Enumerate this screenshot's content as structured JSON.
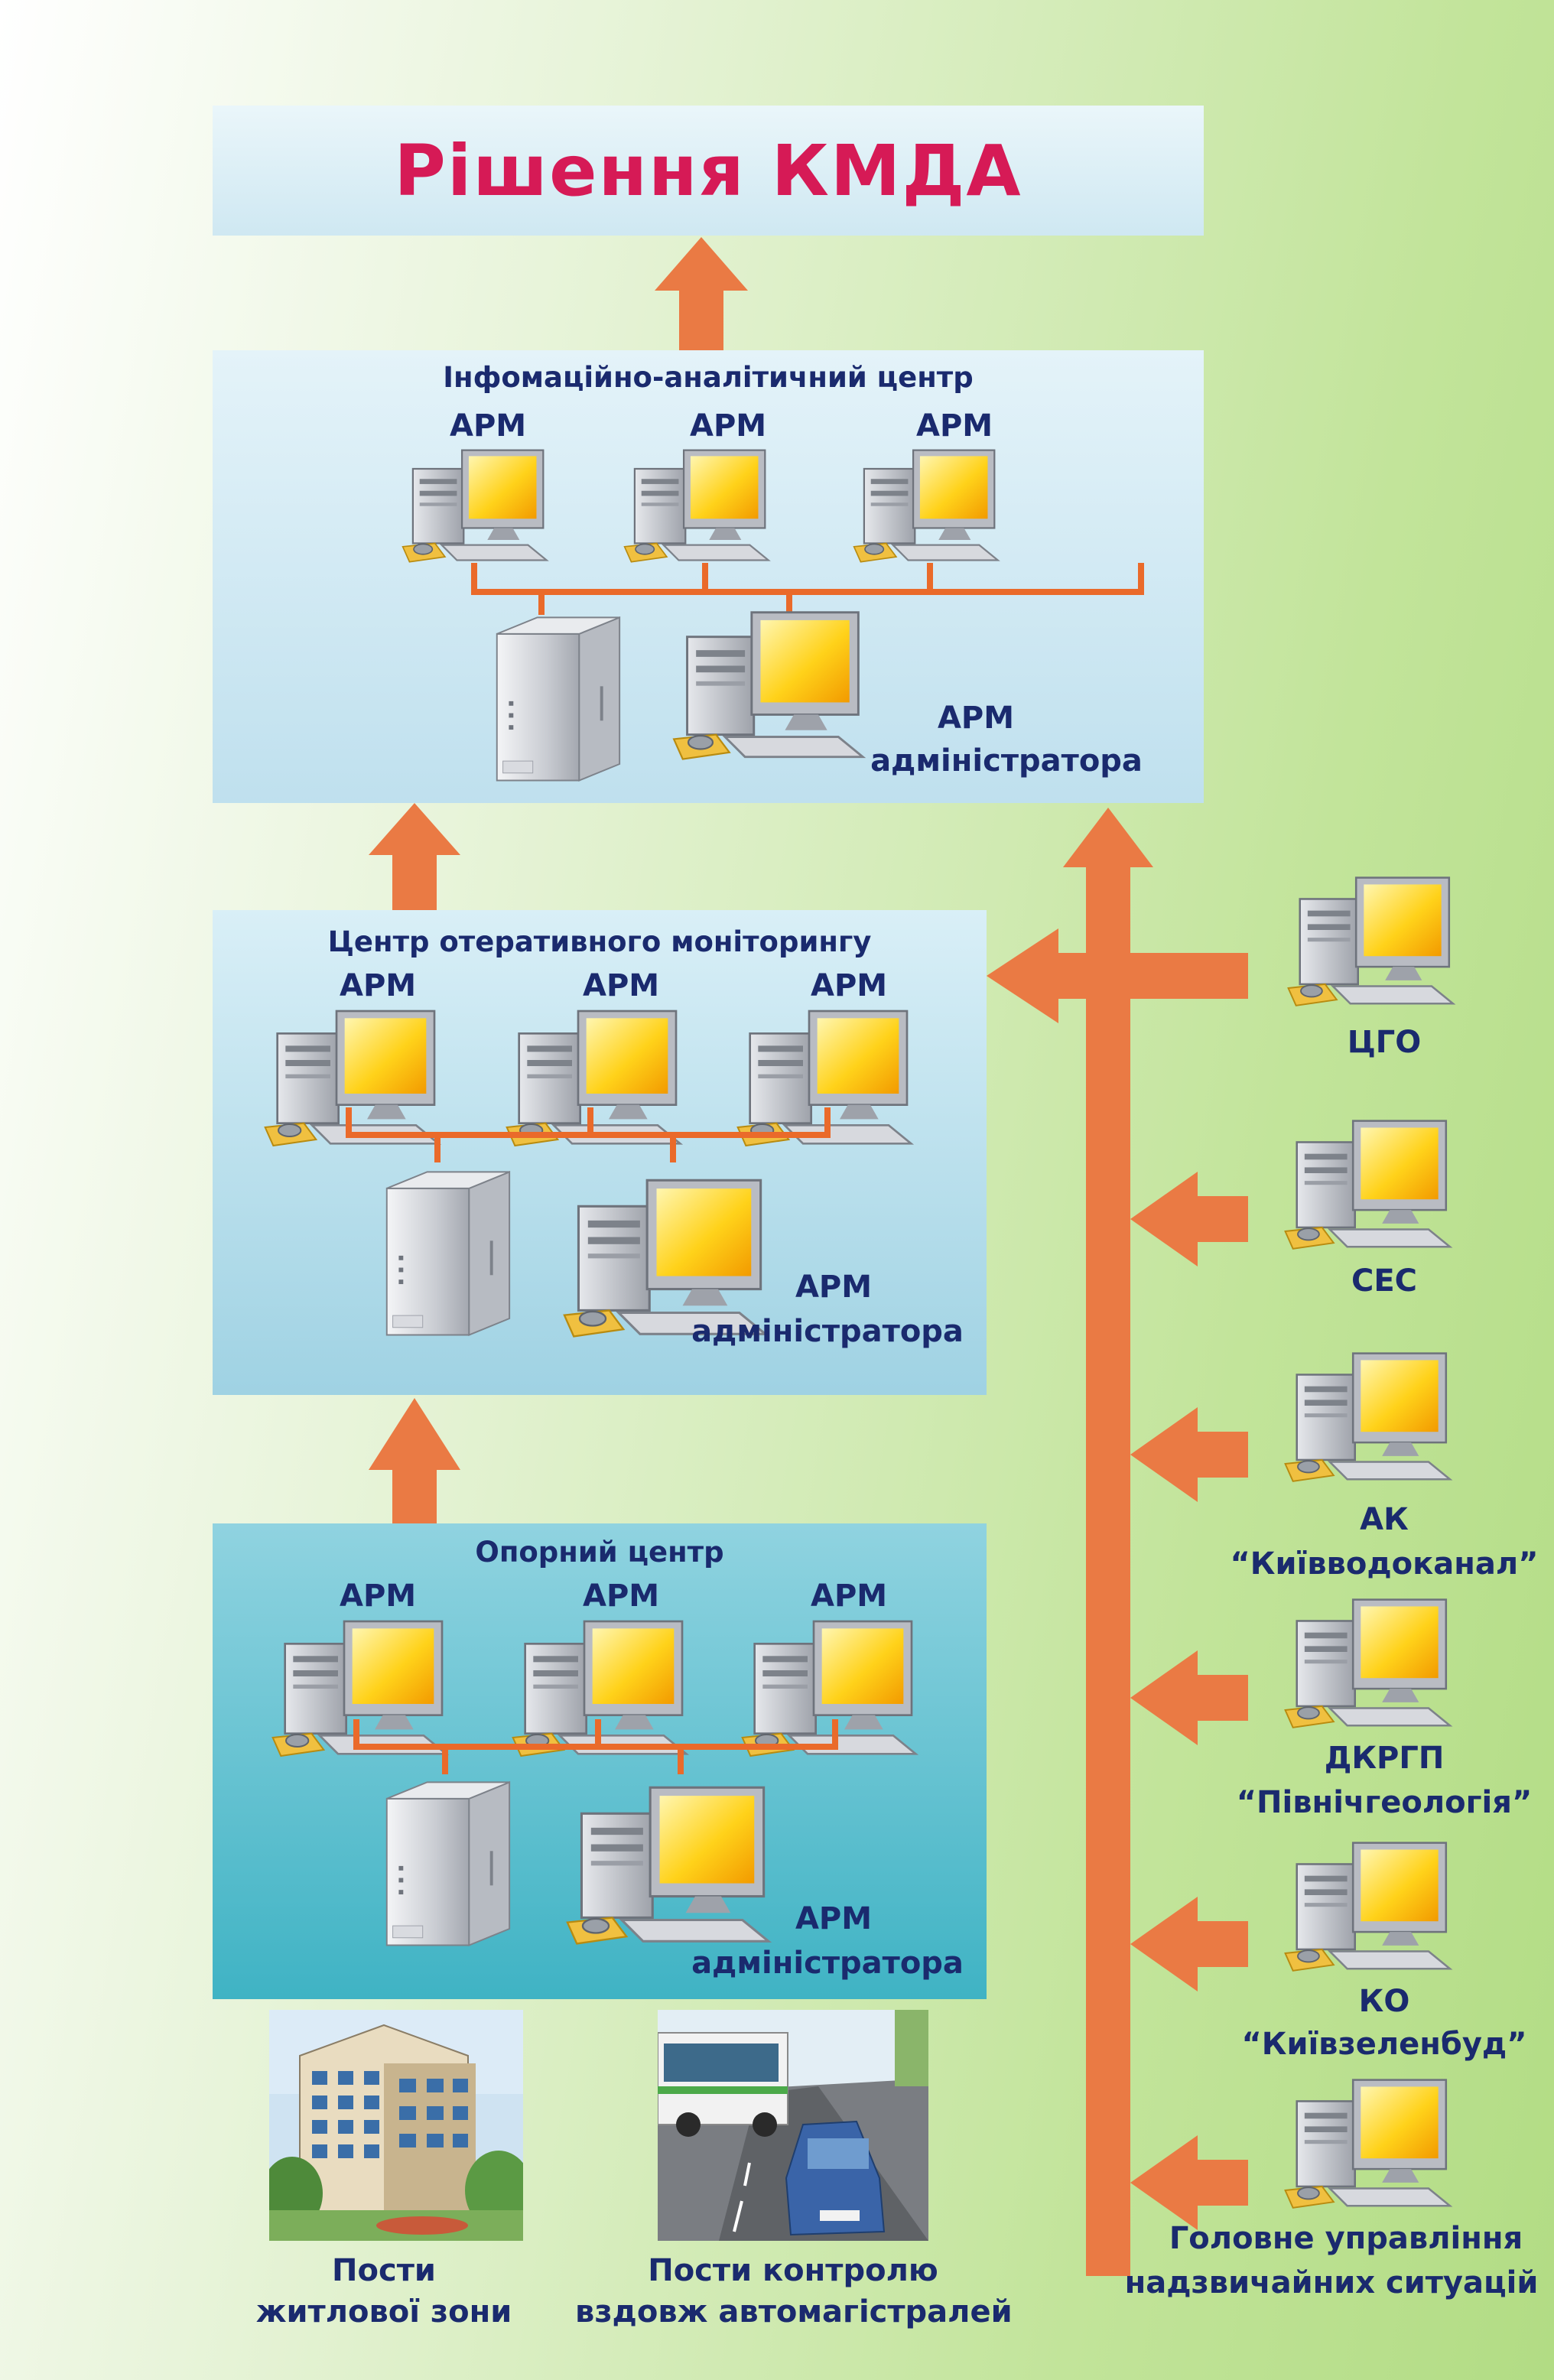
{
  "title": "Рішення КМДА",
  "centers": {
    "analytic": {
      "title": "Інфомаційно-аналітичний центр",
      "workstations": [
        "АРМ",
        "АРМ",
        "АРМ"
      ],
      "admin_line1": "АРМ",
      "admin_line2": "адміністратора"
    },
    "monitoring": {
      "title": "Центр отеративного моніторингу",
      "workstations": [
        "АРМ",
        "АРМ",
        "АРМ"
      ],
      "admin_line1": "АРМ",
      "admin_line2": "адміністратора"
    },
    "base": {
      "title": "Опорний центр",
      "workstations": [
        "АРМ",
        "АРМ",
        "АРМ"
      ],
      "admin_line1": "АРМ",
      "admin_line2": "адміністратора"
    }
  },
  "agencies": [
    {
      "line1": "ЦГО",
      "line2": ""
    },
    {
      "line1": "СЕС",
      "line2": ""
    },
    {
      "line1": "АК",
      "line2": "“Київводоканал”"
    },
    {
      "line1": "ДКРГП",
      "line2": "“Північгеологія”"
    },
    {
      "line1": "КО",
      "line2": "“Київзеленбуд”"
    },
    {
      "line1": "Головне управління",
      "line2": "надзвичайних ситуацій"
    }
  ],
  "posts": {
    "residential": {
      "line1": "Пости",
      "line2": "житлової зони"
    },
    "highway": {
      "line1": "Пости контролю",
      "line2": "вздовж автомагістралей"
    }
  },
  "colors": {
    "arrow": "#ea7a44",
    "title_text": "#d61a56",
    "label_text": "#1a2a6e",
    "network_line": "#ea6a2a"
  }
}
